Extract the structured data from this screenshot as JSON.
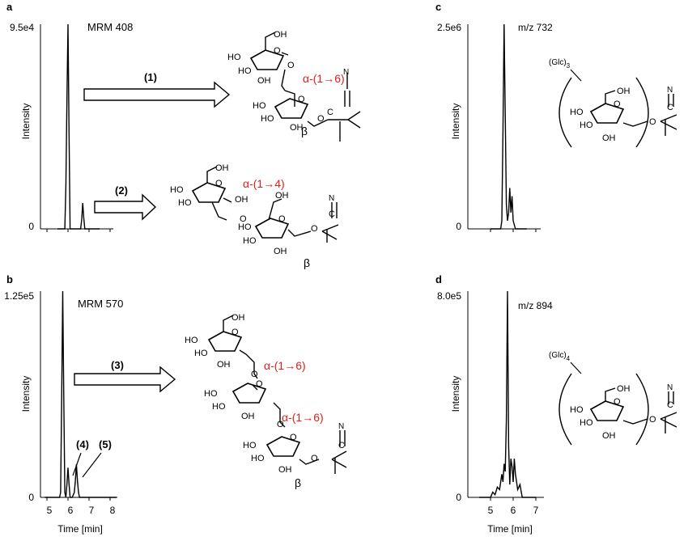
{
  "panels": {
    "a": {
      "letter": "a",
      "ytop": "9.5e4",
      "y0": "0",
      "ylabel": "Intensity",
      "annotation": "MRM 408"
    },
    "b": {
      "letter": "b",
      "ytop": "1.25e5",
      "y0": "0",
      "ylabel": "Intensity",
      "annotation": "MRM 570"
    },
    "c": {
      "letter": "c",
      "ytop": "2.5e6",
      "y0": "0",
      "ylabel": "Intensity",
      "annotation": "m/z 732"
    },
    "d": {
      "letter": "d",
      "ytop": "8.0e5",
      "y0": "0",
      "ylabel": "Intensity",
      "annotation": "m/z 894"
    }
  },
  "xlabels": {
    "left": "Time [min]",
    "right": "Time [min]"
  },
  "ticks": {
    "left": [
      "5",
      "6",
      "7",
      "8"
    ],
    "right": [
      "5",
      "6",
      "7"
    ]
  },
  "callouts": {
    "p1": "(1)",
    "p2": "(2)",
    "p3": "(3)",
    "p4": "(4)",
    "p5": "(5)"
  },
  "links": {
    "a16": "α-(1→6)",
    "a14": "α-(1→4)",
    "beta": "β"
  },
  "atoms": {
    "HO": "HO",
    "OH": "OH",
    "O": "O",
    "N": "N",
    "C": "C"
  },
  "oligo": {
    "c_base": "(Glc)",
    "c_sub": "3",
    "d_base": "(Glc)",
    "d_sub": "4"
  },
  "colors": {
    "trace": "#000000",
    "linkage": "#e0201b"
  },
  "chart_data": [
    {
      "type": "line",
      "panel": "a",
      "xlabel": "",
      "ylabel": "Intensity",
      "ylim": [
        0,
        95000
      ],
      "x": [
        5.5,
        5.85,
        5.9,
        5.95,
        6.0,
        6.05,
        6.1,
        6.6,
        6.65,
        6.7,
        6.75,
        6.8,
        7.5
      ],
      "y": [
        0,
        0,
        20000,
        60000,
        95000,
        45000,
        0,
        0,
        4000,
        12000,
        5000,
        0,
        0
      ]
    },
    {
      "type": "line",
      "panel": "b",
      "xlabel": "Time [min]",
      "ylabel": "Intensity",
      "ylim": [
        0,
        125000
      ],
      "xlim": [
        4.7,
        8.3
      ],
      "x": [
        4.9,
        5.6,
        5.65,
        5.7,
        5.75,
        5.8,
        5.85,
        5.9,
        5.95,
        6.0,
        6.05,
        6.1,
        6.2,
        6.3,
        6.35,
        6.4,
        6.45,
        6.5,
        6.55,
        6.6,
        7.0,
        8.3
      ],
      "y": [
        0,
        0,
        3000,
        60000,
        125000,
        60000,
        3000,
        0,
        8000,
        18000,
        8000,
        0,
        0,
        3000,
        10000,
        20000,
        10000,
        3000,
        0,
        0,
        0,
        0
      ]
    },
    {
      "type": "line",
      "panel": "c",
      "xlabel": "",
      "ylabel": "Intensity",
      "ylim": [
        0,
        2500000
      ],
      "x": [
        5.0,
        5.45,
        5.5,
        5.55,
        5.6,
        5.65,
        5.7,
        5.75,
        5.8,
        5.85,
        5.9,
        5.95,
        6.0,
        6.1,
        6.6
      ],
      "y": [
        0,
        0,
        100000,
        1200000,
        2500000,
        1400000,
        300000,
        100000,
        200000,
        500000,
        200000,
        400000,
        100000,
        0,
        0
      ]
    },
    {
      "type": "line",
      "panel": "d",
      "xlabel": "Time [min]",
      "ylabel": "Intensity",
      "ylim": [
        0,
        800000
      ],
      "xlim": [
        4.3,
        7.2
      ],
      "x": [
        4.5,
        5.0,
        5.1,
        5.2,
        5.3,
        5.4,
        5.5,
        5.55,
        5.6,
        5.65,
        5.7,
        5.75,
        5.8,
        5.85,
        5.9,
        5.95,
        6.0,
        6.05,
        6.1,
        6.2,
        6.3,
        6.4,
        7.0
      ],
      "y": [
        0,
        0,
        20000,
        10000,
        40000,
        30000,
        90000,
        60000,
        130000,
        100000,
        300000,
        800000,
        200000,
        50000,
        150000,
        120000,
        60000,
        150000,
        90000,
        30000,
        50000,
        0,
        0
      ]
    }
  ]
}
